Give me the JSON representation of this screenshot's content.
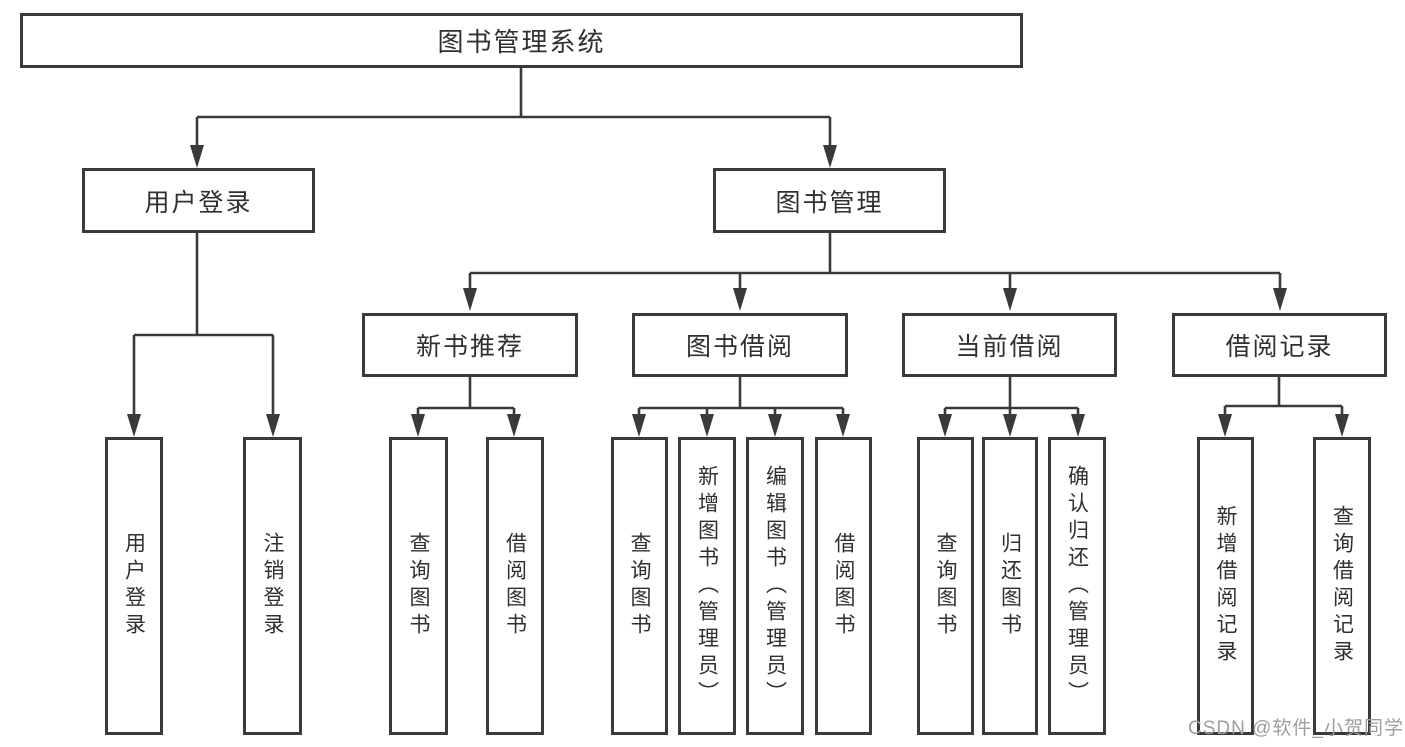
{
  "diagram": {
    "tree": {
      "root": {
        "label": "图书管理系统",
        "children": [
          {
            "label": "用户登录",
            "children": [
              {
                "label": "用户登录"
              },
              {
                "label": "注销登录"
              }
            ]
          },
          {
            "label": "图书管理",
            "children": [
              {
                "label": "新书推荐",
                "children": [
                  {
                    "label": "查询图书"
                  },
                  {
                    "label": "借阅图书"
                  }
                ]
              },
              {
                "label": "图书借阅",
                "children": [
                  {
                    "label": "查询图书"
                  },
                  {
                    "label": "新增图书（管理员）"
                  },
                  {
                    "label": "编辑图书（管理员）"
                  },
                  {
                    "label": "借阅图书"
                  }
                ]
              },
              {
                "label": "当前借阅",
                "children": [
                  {
                    "label": "查询图书"
                  },
                  {
                    "label": "归还图书"
                  },
                  {
                    "label": "确认归还（管理员）"
                  }
                ]
              },
              {
                "label": "借阅记录",
                "children": [
                  {
                    "label": "新增借阅记录"
                  },
                  {
                    "label": "查询借阅记录"
                  }
                ]
              }
            ]
          }
        ]
      }
    },
    "colors": {
      "line": "#3a3a3a",
      "box_border": "#3a3a3a",
      "text": "#303030",
      "background": "#ffffff",
      "watermark_text": "#9e9e9e"
    }
  },
  "watermark": {
    "text": "CSDN @软件_小贺同学"
  }
}
